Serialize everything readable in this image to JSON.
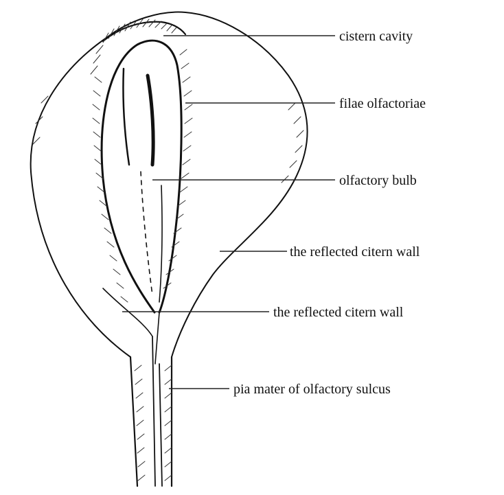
{
  "labels": {
    "cistern_cavity": "cistern cavity",
    "filae_olfactoriae": "filae olfactoriae",
    "olfactory_bulb": "olfactory bulb",
    "reflected_wall_outer": "the reflected citern wall",
    "reflected_wall_inner": "the reflected citern wall",
    "pia_mater": "pia mater of olfactory sulcus"
  },
  "colors": {
    "ink": "#111111",
    "background": "#ffffff"
  }
}
